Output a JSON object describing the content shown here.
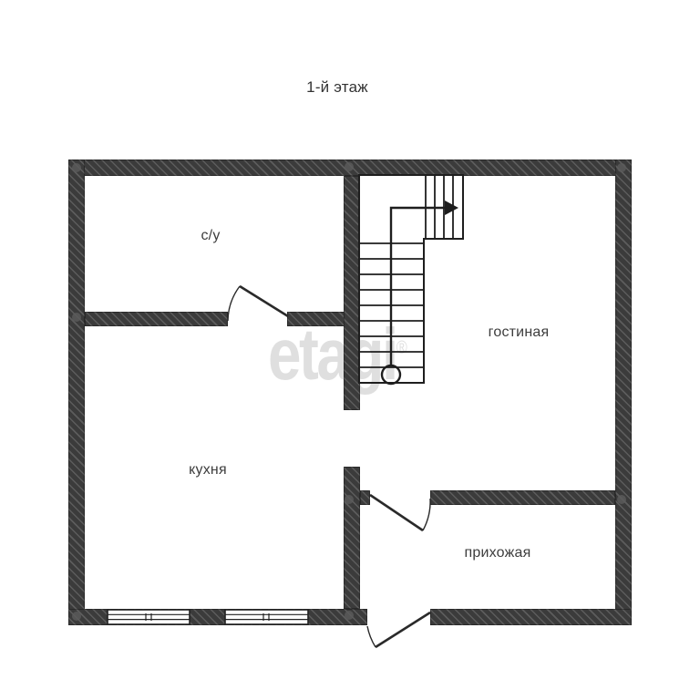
{
  "floor_title": "1-й этаж",
  "rooms": [
    {
      "id": "su",
      "label": "с/у"
    },
    {
      "id": "gostinaya",
      "label": "гостиная"
    },
    {
      "id": "kuhnya",
      "label": "кухня"
    },
    {
      "id": "prihozhaya",
      "label": "прихожая"
    }
  ],
  "watermark": {
    "text": "etagi",
    "reg": "®"
  },
  "stairs": {
    "direction_arrow": "right",
    "start_marker": "circle"
  },
  "colors": {
    "background": "#ffffff",
    "wall": "#3b3b3b",
    "wall_hatch": "rgba(255,255,255,0.17)",
    "thin_line": "#1e1e1e",
    "label_text": "#3d3d3d",
    "watermark_text": "#dadada"
  }
}
